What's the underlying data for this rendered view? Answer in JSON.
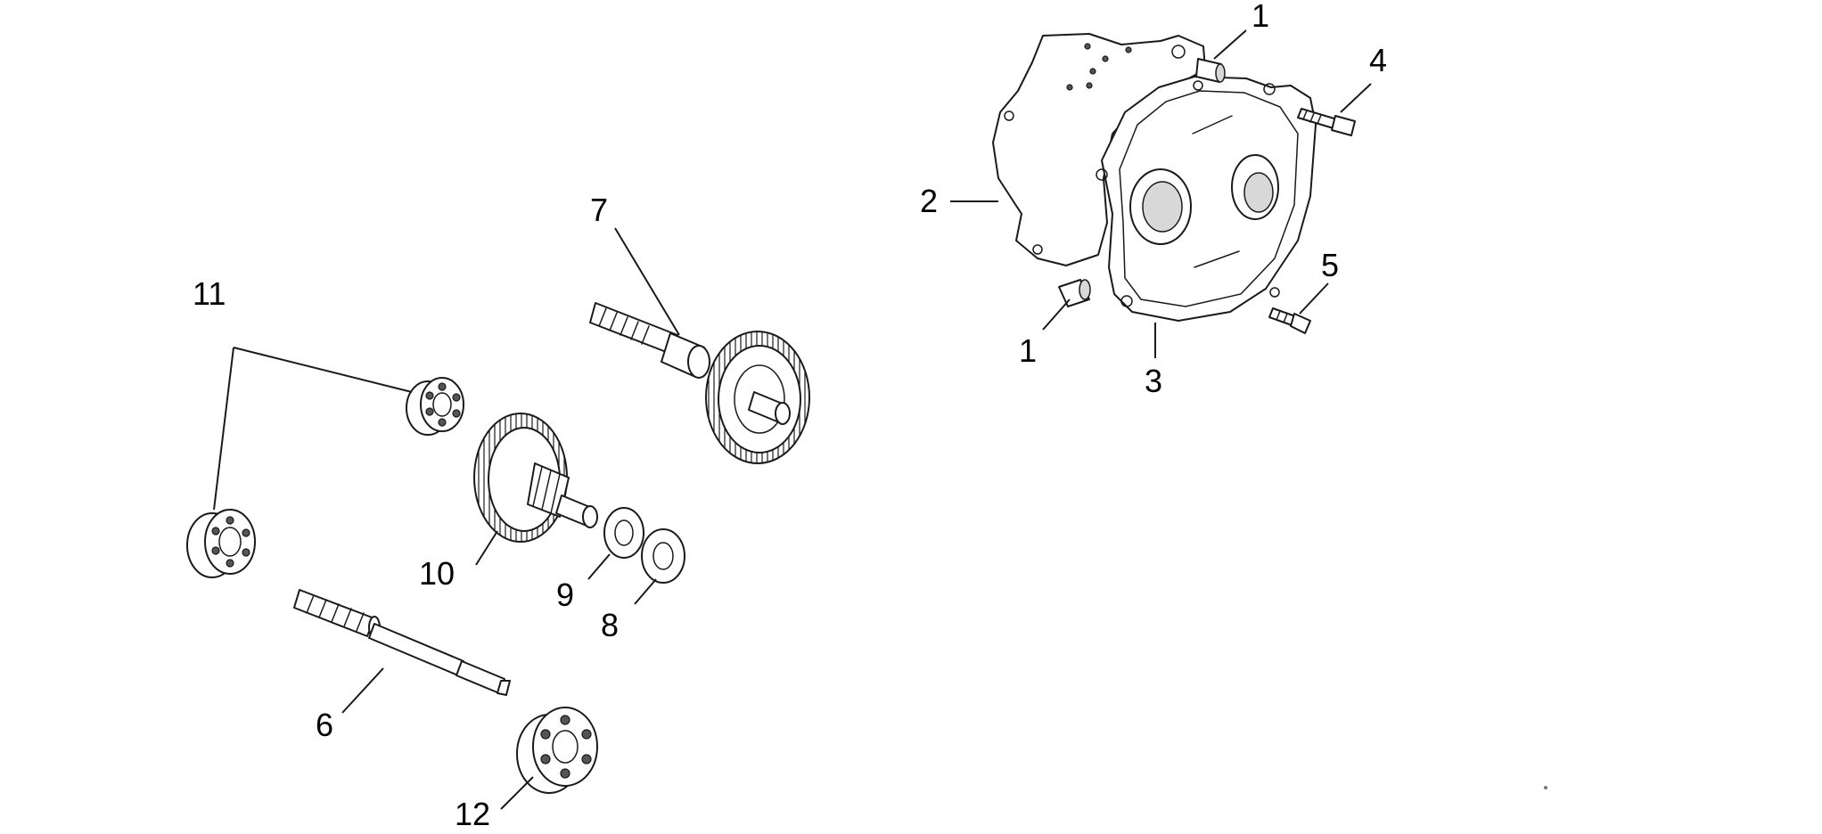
{
  "callouts": {
    "c1a": "1",
    "c1b": "1",
    "c2": "2",
    "c3": "3",
    "c4": "4",
    "c5": "5",
    "c6": "6",
    "c7": "7",
    "c8": "8",
    "c9": "9",
    "c10": "10",
    "c11": "11",
    "c12": "12"
  }
}
